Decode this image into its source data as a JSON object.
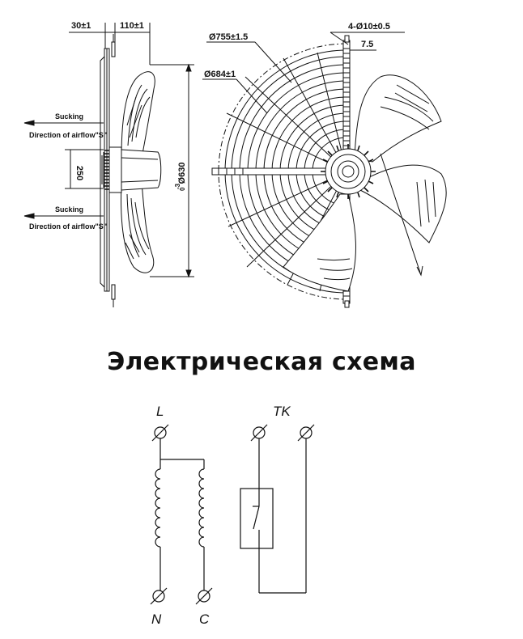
{
  "drawing": {
    "side_view": {
      "dim_30": "30±1",
      "dim_110": "110±1",
      "dim_250": "250",
      "dim_630": "Ø630",
      "dim_630_tol": "-3",
      "dim_630_tol_upper": "0",
      "sucking_top": "Sucking",
      "airflow_top": "Direction of airflow\"S\"",
      "sucking_bottom": "Sucking",
      "airflow_bottom": "Direction of airflow\"S\""
    },
    "front_view": {
      "dim_755": "Ø755±1.5",
      "dim_684": "Ø684±1",
      "dim_holes": "4-Ø10±0.5",
      "dim_7_5": "7.5"
    }
  },
  "schematic": {
    "title": "Электрическая схема",
    "terminals": {
      "L": "L",
      "N": "N",
      "C": "C",
      "TK": "TK"
    }
  }
}
